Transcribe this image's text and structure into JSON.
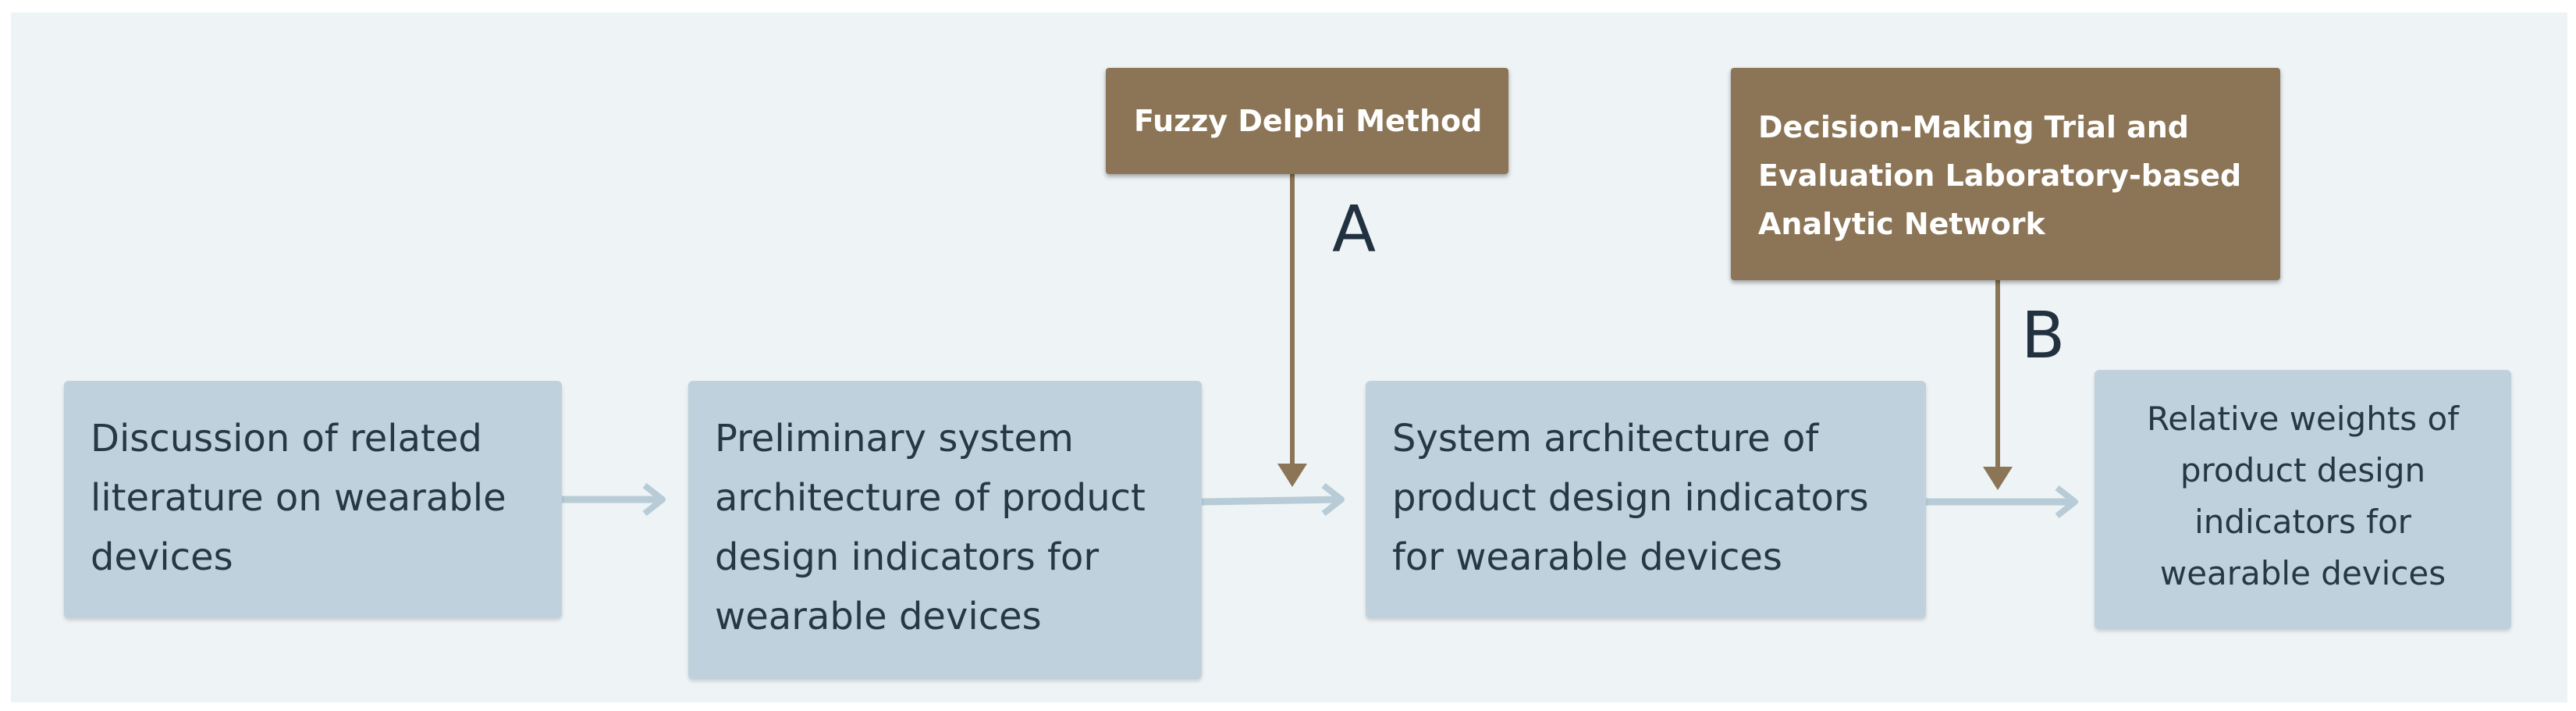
{
  "methods": {
    "a": {
      "label": "Fuzzy Delphi Method",
      "letter": "A"
    },
    "b": {
      "lines": [
        "Decision-Making Trial and",
        "Evaluation Laboratory-based",
        "Analytic Network"
      ],
      "letter": "B"
    }
  },
  "steps": [
    {
      "lines": [
        "Discussion of related",
        "literature on wearable",
        "devices"
      ]
    },
    {
      "lines": [
        "Preliminary system",
        "architecture of product",
        "design indicators for",
        "wearable devices"
      ]
    },
    {
      "lines": [
        "System architecture of",
        "product design indicators",
        "for wearable devices"
      ]
    },
    {
      "lines": [
        "Relative weights of",
        "product design",
        "indicators for",
        "wearable devices"
      ]
    }
  ],
  "colors": {
    "step_fill": "#bfd1dc",
    "method_fill": "#8b7556",
    "flow_arrow": "#b8ccd7",
    "method_arrow": "#8b7556",
    "text_dark": "#273845",
    "background": "#eef3f6"
  }
}
